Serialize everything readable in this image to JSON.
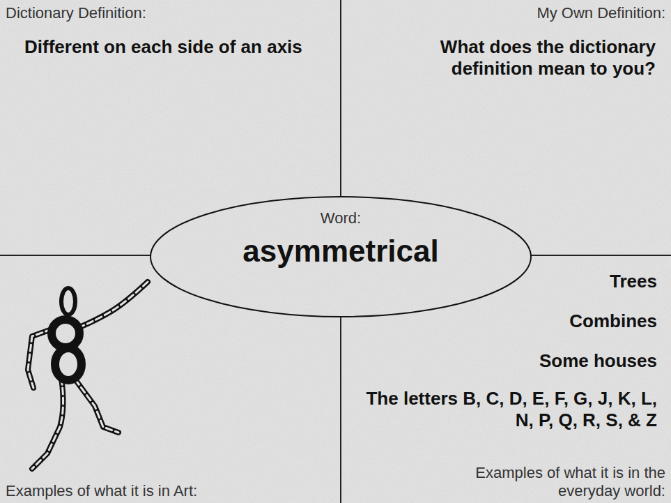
{
  "diagram": {
    "nodes": [
      {
        "text": [
          "Dictionary Definition:",
          "Different on each side of an axis"
        ]
      },
      {
        "text": [
          "My Own Definition:",
          "What does the dictionary definition mean to you?"
        ]
      },
      {
        "text": [
          "Word:",
          "asymmetrical"
        ]
      },
      {
        "text": [
          "Examples of what it is in Art:"
        ]
      },
      {
        "text": [
          "Trees",
          "Combines",
          "Some houses",
          "The letters B, C, D, E, F, G, J, K, L, N, P, Q, R, S, & Z",
          "Examples of what it is in the everyday world:"
        ]
      }
    ]
  }
}
